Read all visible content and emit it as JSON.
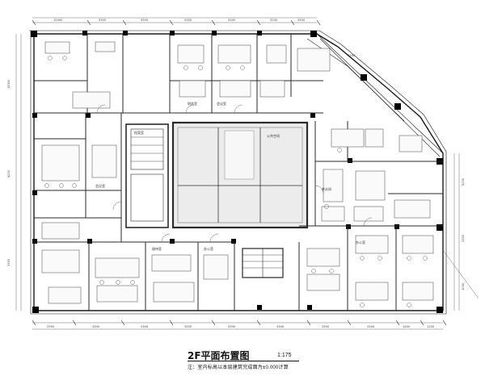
{
  "drawing": {
    "title": "2F平面布置图",
    "scale": "1:175",
    "note": "注：室内标高以本层建筑完成面为±0.000计算"
  },
  "room_labels": [
    "财务室",
    "会议室",
    "会议室",
    "接待室",
    "办公室",
    "档案室",
    "公共空间",
    "办公室",
    "茶水间"
  ],
  "dimensions": {
    "top": [
      "15000",
      "5300",
      "3300",
      "5300",
      "3300",
      "5200",
      "3300",
      "3300"
    ],
    "bottom": [
      "2900",
      "3300",
      "5300",
      "3300",
      "5300",
      "3300",
      "2900",
      "3300",
      "1450",
      "1200"
    ],
    "left": [
      "15300",
      "4200",
      "3300"
    ],
    "right": [
      "5200",
      "3300",
      "1050"
    ]
  },
  "colors": {
    "line": "#1a1a1a",
    "wall": "#2a2a2a",
    "column": "#000000",
    "panel": "#e9e9e9"
  }
}
